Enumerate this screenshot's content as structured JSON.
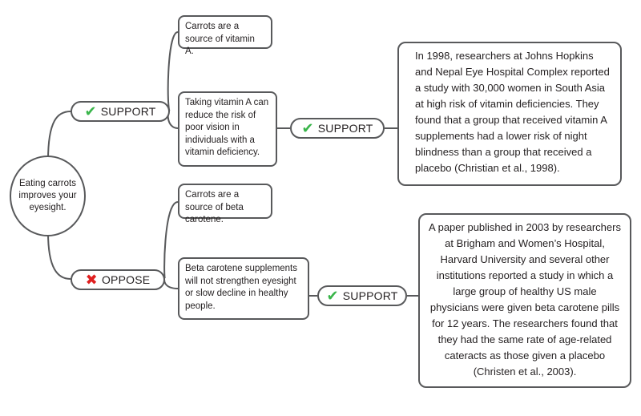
{
  "root": {
    "text": "Eating carrots improves your eyesight."
  },
  "branches": {
    "support": {
      "label": "SUPPORT",
      "icon": "check-icon"
    },
    "oppose": {
      "label": "OPPOSE",
      "icon": "cross-icon"
    }
  },
  "claims": {
    "vitamin_a_source": "Carrots are a source of vitamin A.",
    "vitamin_a_effect": "Taking vitamin A can reduce the risk of poor vision in individuals with a vitamin deficiency.",
    "beta_carotene_source": "Carrots are a source of beta carotene.",
    "beta_carotene_effect": "Beta carotene supplements will not strengthen eyesight or slow decline in healthy people."
  },
  "evidence": {
    "vitamin_a": {
      "label": "SUPPORT",
      "icon": "check-icon",
      "text": "In 1998, researchers at Johns Hopkins and Nepal Eye Hospital Complex reported a study with 30,000 women in South Asia at high risk of vitamin deficiencies. They found that a group that received vitamin A supplements had a lower risk of night blindness than a group that received a placebo (Christian et al., 1998)."
    },
    "beta_carotene": {
      "label": "SUPPORT",
      "icon": "check-icon",
      "text": "A paper published in 2003 by researchers at Brigham and Women’s Hospital, Harvard University and several other institutions reported a study in which a large group of healthy US male physicians were given beta carotene pills for 12 years. The researchers found that they had the same rate of age-related cateracts as those given a placebo (Christen et al., 2003)."
    }
  },
  "colors": {
    "border": "#58595b",
    "check": "#39b54a",
    "cross": "#e02020",
    "text": "#231f20"
  }
}
